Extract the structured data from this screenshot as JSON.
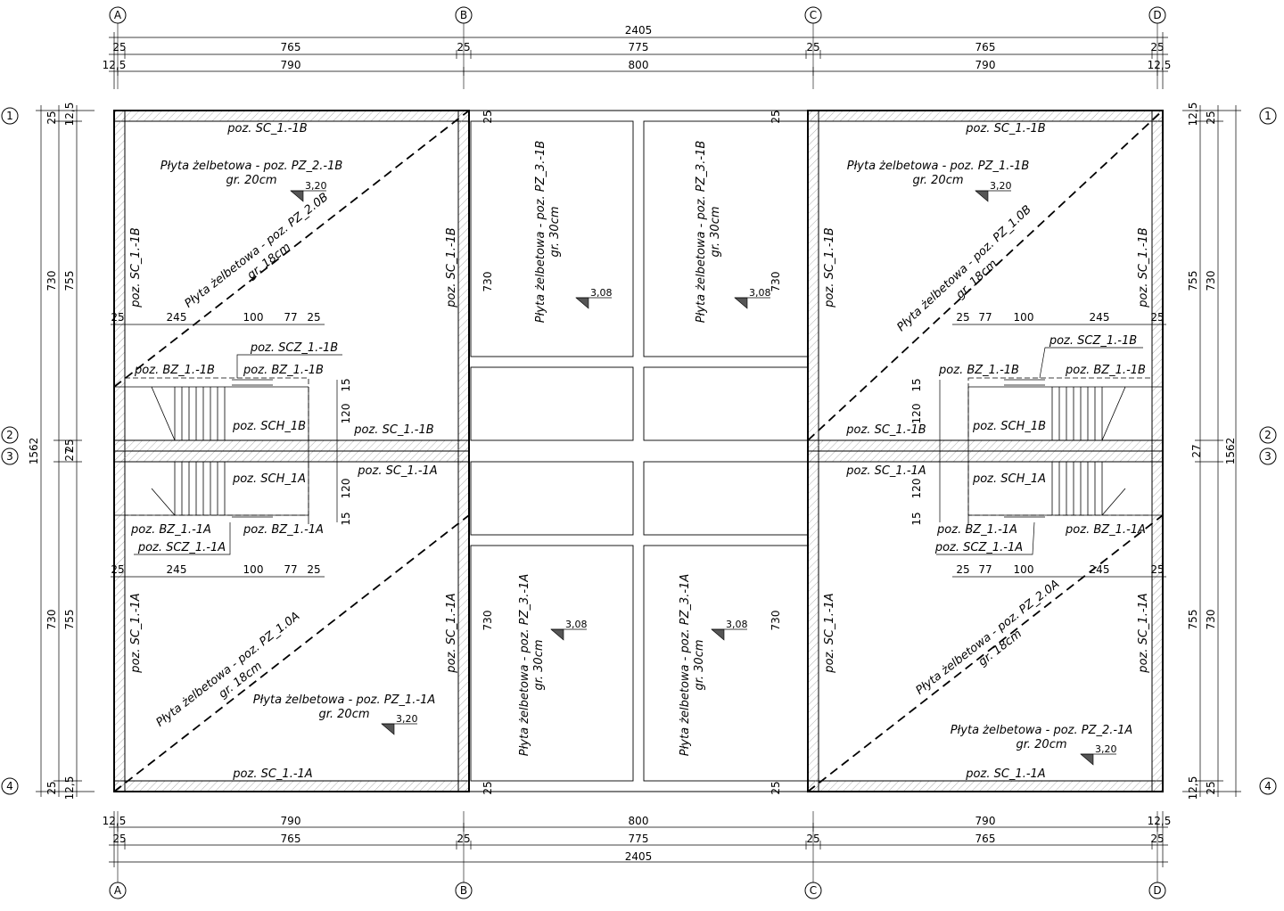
{
  "axes": {
    "columns": [
      "A",
      "B",
      "C",
      "D"
    ],
    "rows": [
      "1",
      "2",
      "3",
      "4"
    ]
  },
  "dimensions": {
    "total_width": "2405",
    "total_height": "1562",
    "row1": [
      "25",
      "765",
      "25",
      "775",
      "25",
      "765",
      "25"
    ],
    "row2": [
      "12,5",
      "790",
      "800",
      "790",
      "12,5"
    ],
    "left_outer": [
      "12,5",
      "25",
      "755",
      "730",
      "27",
      "25",
      "25",
      "755",
      "730",
      "25",
      "12,5"
    ],
    "stair_top_left": [
      "25",
      "245",
      "100",
      "77",
      "25"
    ],
    "stair_bottom_left": [
      "25",
      "245",
      "100",
      "77",
      "25"
    ],
    "stair_top_right": [
      "25",
      "77",
      "100",
      "245",
      "25"
    ],
    "stair_bottom_right": [
      "25",
      "77",
      "100",
      "245",
      "25"
    ],
    "stair_vertical": [
      "15",
      "120",
      "15"
    ],
    "mid_slab": [
      "730",
      "730",
      "730",
      "730"
    ],
    "wall_small": "25"
  },
  "labels": {
    "wall_top_B": "poz. SC_1.-1B",
    "wall_bottom_A": "poz. SC_1.-1A",
    "wall_side_B": "poz. SC_1.-1B",
    "wall_side_A": "poz. SC_1.-1A",
    "slab_left_top": "Płyta żelbetowa - poz. PZ_2.-1B",
    "slab_right_top": "Płyta żelbetowa - poz. PZ_1.-1B",
    "slab_left_bottom": "Płyta żelbetowa - poz. PZ_1.-1A",
    "slab_right_bottom": "Płyta żelbetowa - poz. PZ_2.-1A",
    "slab_thick_20": "gr. 20cm",
    "diag_left_top": "Płyta żelbetowa - poz. PZ_2.0B",
    "diag_right_top": "Płyta żelbetowa - poz. PZ_1.0B",
    "diag_left_bottom": "Płyta żelbetowa - poz. PZ_1.0A",
    "diag_right_bottom": "Płyta żelbetowa - poz. PZ_2.0A",
    "slab_thick_18": "gr. 18cm",
    "mid_top": "Płyta żelbetowa - poz. PZ_3.-1B",
    "mid_bottom": "Płyta żelbetowa - poz. PZ_3.-1A",
    "slab_thick_30": "gr. 30cm",
    "beam_B": "poz. BZ_1.-1B",
    "beam_A": "poz. BZ_1.-1A",
    "stair_wall_B": "poz. SCZ_1.-1B",
    "stair_wall_A": "poz. SCZ_1.-1A",
    "stair_B": "poz. SCH_1B",
    "stair_A": "poz. SCH_1A"
  },
  "levels": {
    "slab": "3,20",
    "mid": "3,08"
  }
}
